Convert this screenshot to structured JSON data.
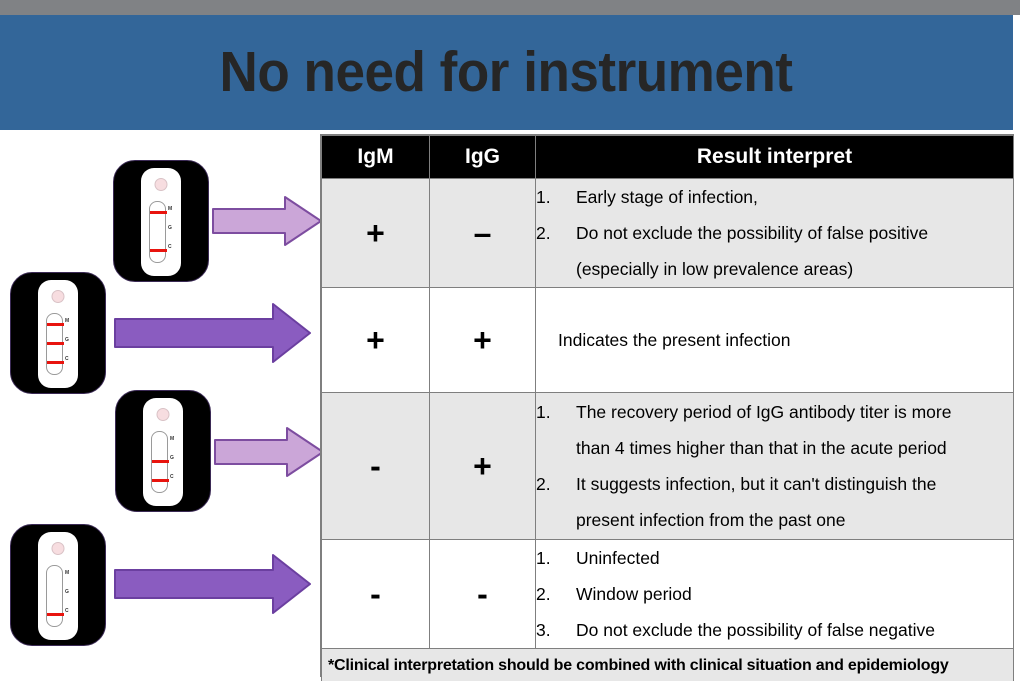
{
  "slide": {
    "title": "No need for instrument",
    "title_band_color": "#336699",
    "top_bar_color": "#808285",
    "title_text_color": "#262626"
  },
  "diagram": {
    "label": "Rapid test cassette illustrations with arrows pointing to result rows",
    "strip_labels": {
      "m": "M",
      "g": "G",
      "c": "C"
    },
    "cassettes": [
      {
        "name": "cassette-igm-positive-igg-negative",
        "bands": {
          "m": true,
          "g": false,
          "c": true
        }
      },
      {
        "name": "cassette-igm-positive-igg-positive",
        "bands": {
          "m": true,
          "g": true,
          "c": true
        }
      },
      {
        "name": "cassette-igm-negative-igg-positive",
        "bands": {
          "m": false,
          "g": true,
          "c": true
        }
      },
      {
        "name": "cassette-igm-negative-igg-negative",
        "bands": {
          "m": false,
          "g": false,
          "c": true
        }
      }
    ],
    "arrow_colors": {
      "light_fill": "#cba6d8",
      "light_stroke": "#7d4da0",
      "dark_fill": "#8a5cc0",
      "dark_stroke": "#6b3fa0"
    }
  },
  "table": {
    "headers": {
      "igm": "IgM",
      "igg": "IgG",
      "result": "Result interpret"
    },
    "rows": [
      {
        "igm": "+",
        "igg": "–",
        "shaded": true,
        "items": [
          {
            "num": "1.",
            "text": "Early stage of infection,"
          },
          {
            "num": "2.",
            "text": "Do not exclude the possibility of false positive"
          },
          {
            "num": "",
            "text": "(especially in low prevalence areas)"
          }
        ]
      },
      {
        "igm": "+",
        "igg": "+",
        "shaded": false,
        "simple_text": "Indicates the present infection",
        "items": []
      },
      {
        "igm": "-",
        "igg": "+",
        "shaded": true,
        "items": [
          {
            "num": "1.",
            "text": "The recovery period of IgG antibody titer is more"
          },
          {
            "num": "",
            "text": "than 4 times higher than that in the acute period"
          },
          {
            "num": "2.",
            "text": "It suggests infection, but it can't distinguish the"
          },
          {
            "num": "",
            "text": "present infection from the past one"
          }
        ]
      },
      {
        "igm": "-",
        "igg": "-",
        "shaded": false,
        "items": [
          {
            "num": "1.",
            "text": "Uninfected"
          },
          {
            "num": "2.",
            "text": "Window period"
          },
          {
            "num": "3.",
            "text": "Do not exclude the possibility of false negative"
          }
        ]
      }
    ],
    "footnote": "*Clinical interpretation should be combined with clinical situation and epidemiology"
  }
}
